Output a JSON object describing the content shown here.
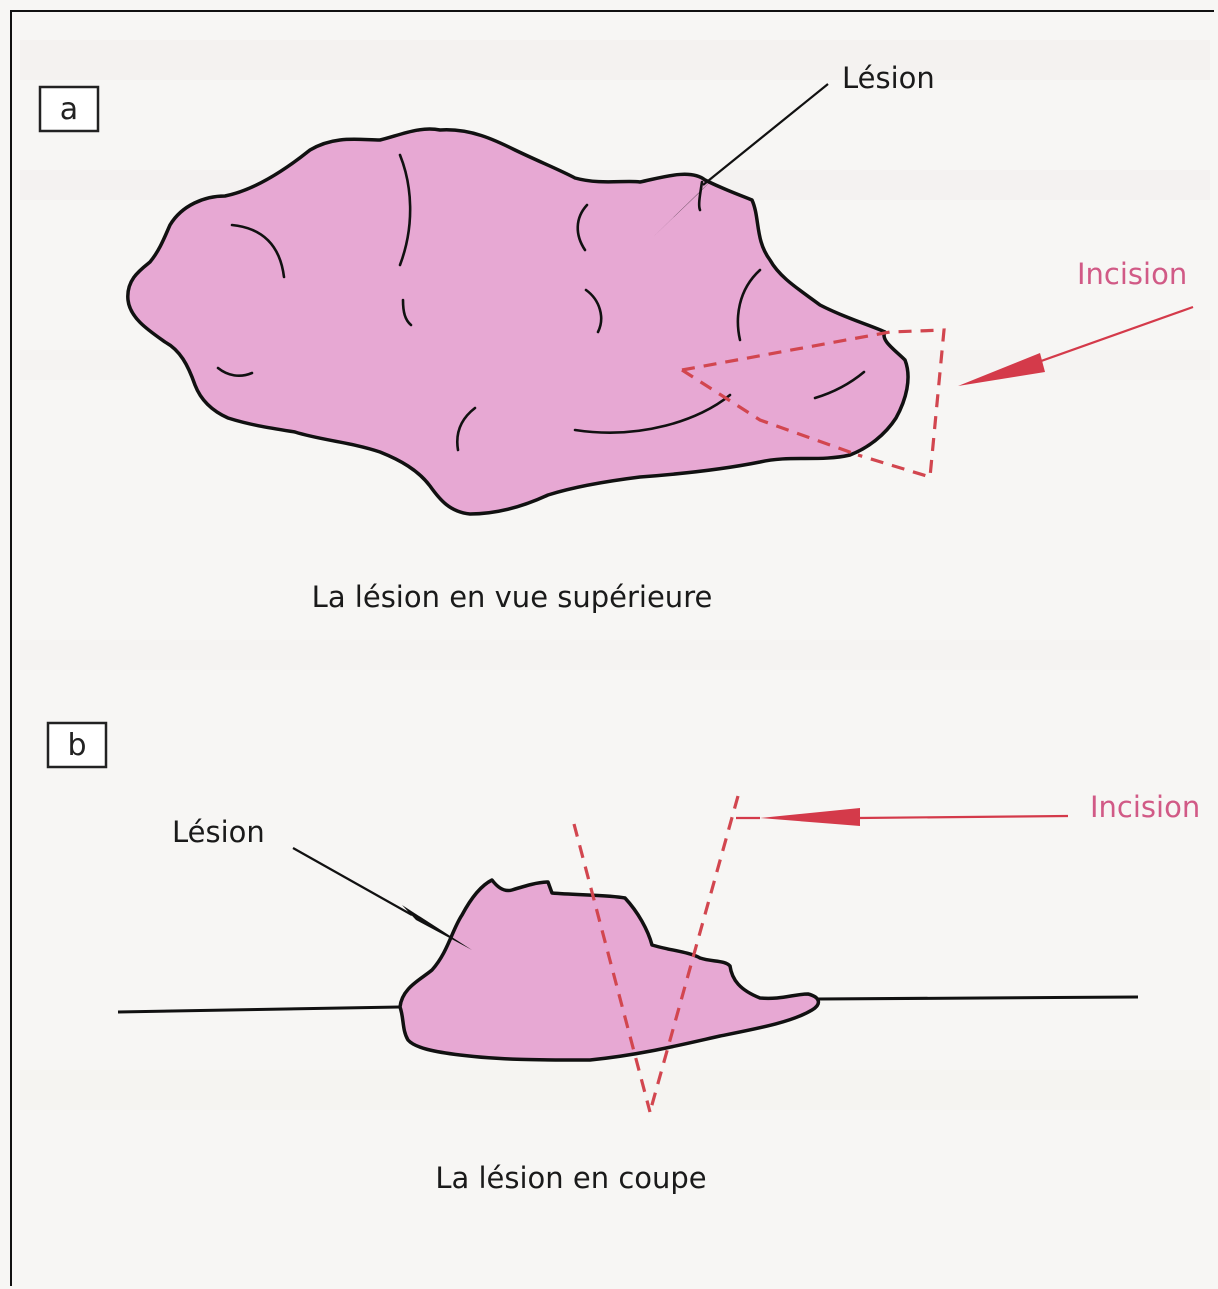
{
  "panel_a": {
    "tag": "a",
    "lesion_label": "Lésion",
    "incision_label": "Incision",
    "caption": "La lésion en vue supérieure"
  },
  "panel_b": {
    "tag": "b",
    "lesion_label": "Lésion",
    "incision_label": "Incision",
    "caption": "La lésion en coupe"
  },
  "colors": {
    "lesion": "#e7a8d3",
    "incision_line": "#d2464f",
    "incision_text": "#d15a86",
    "outline": "#111111"
  }
}
